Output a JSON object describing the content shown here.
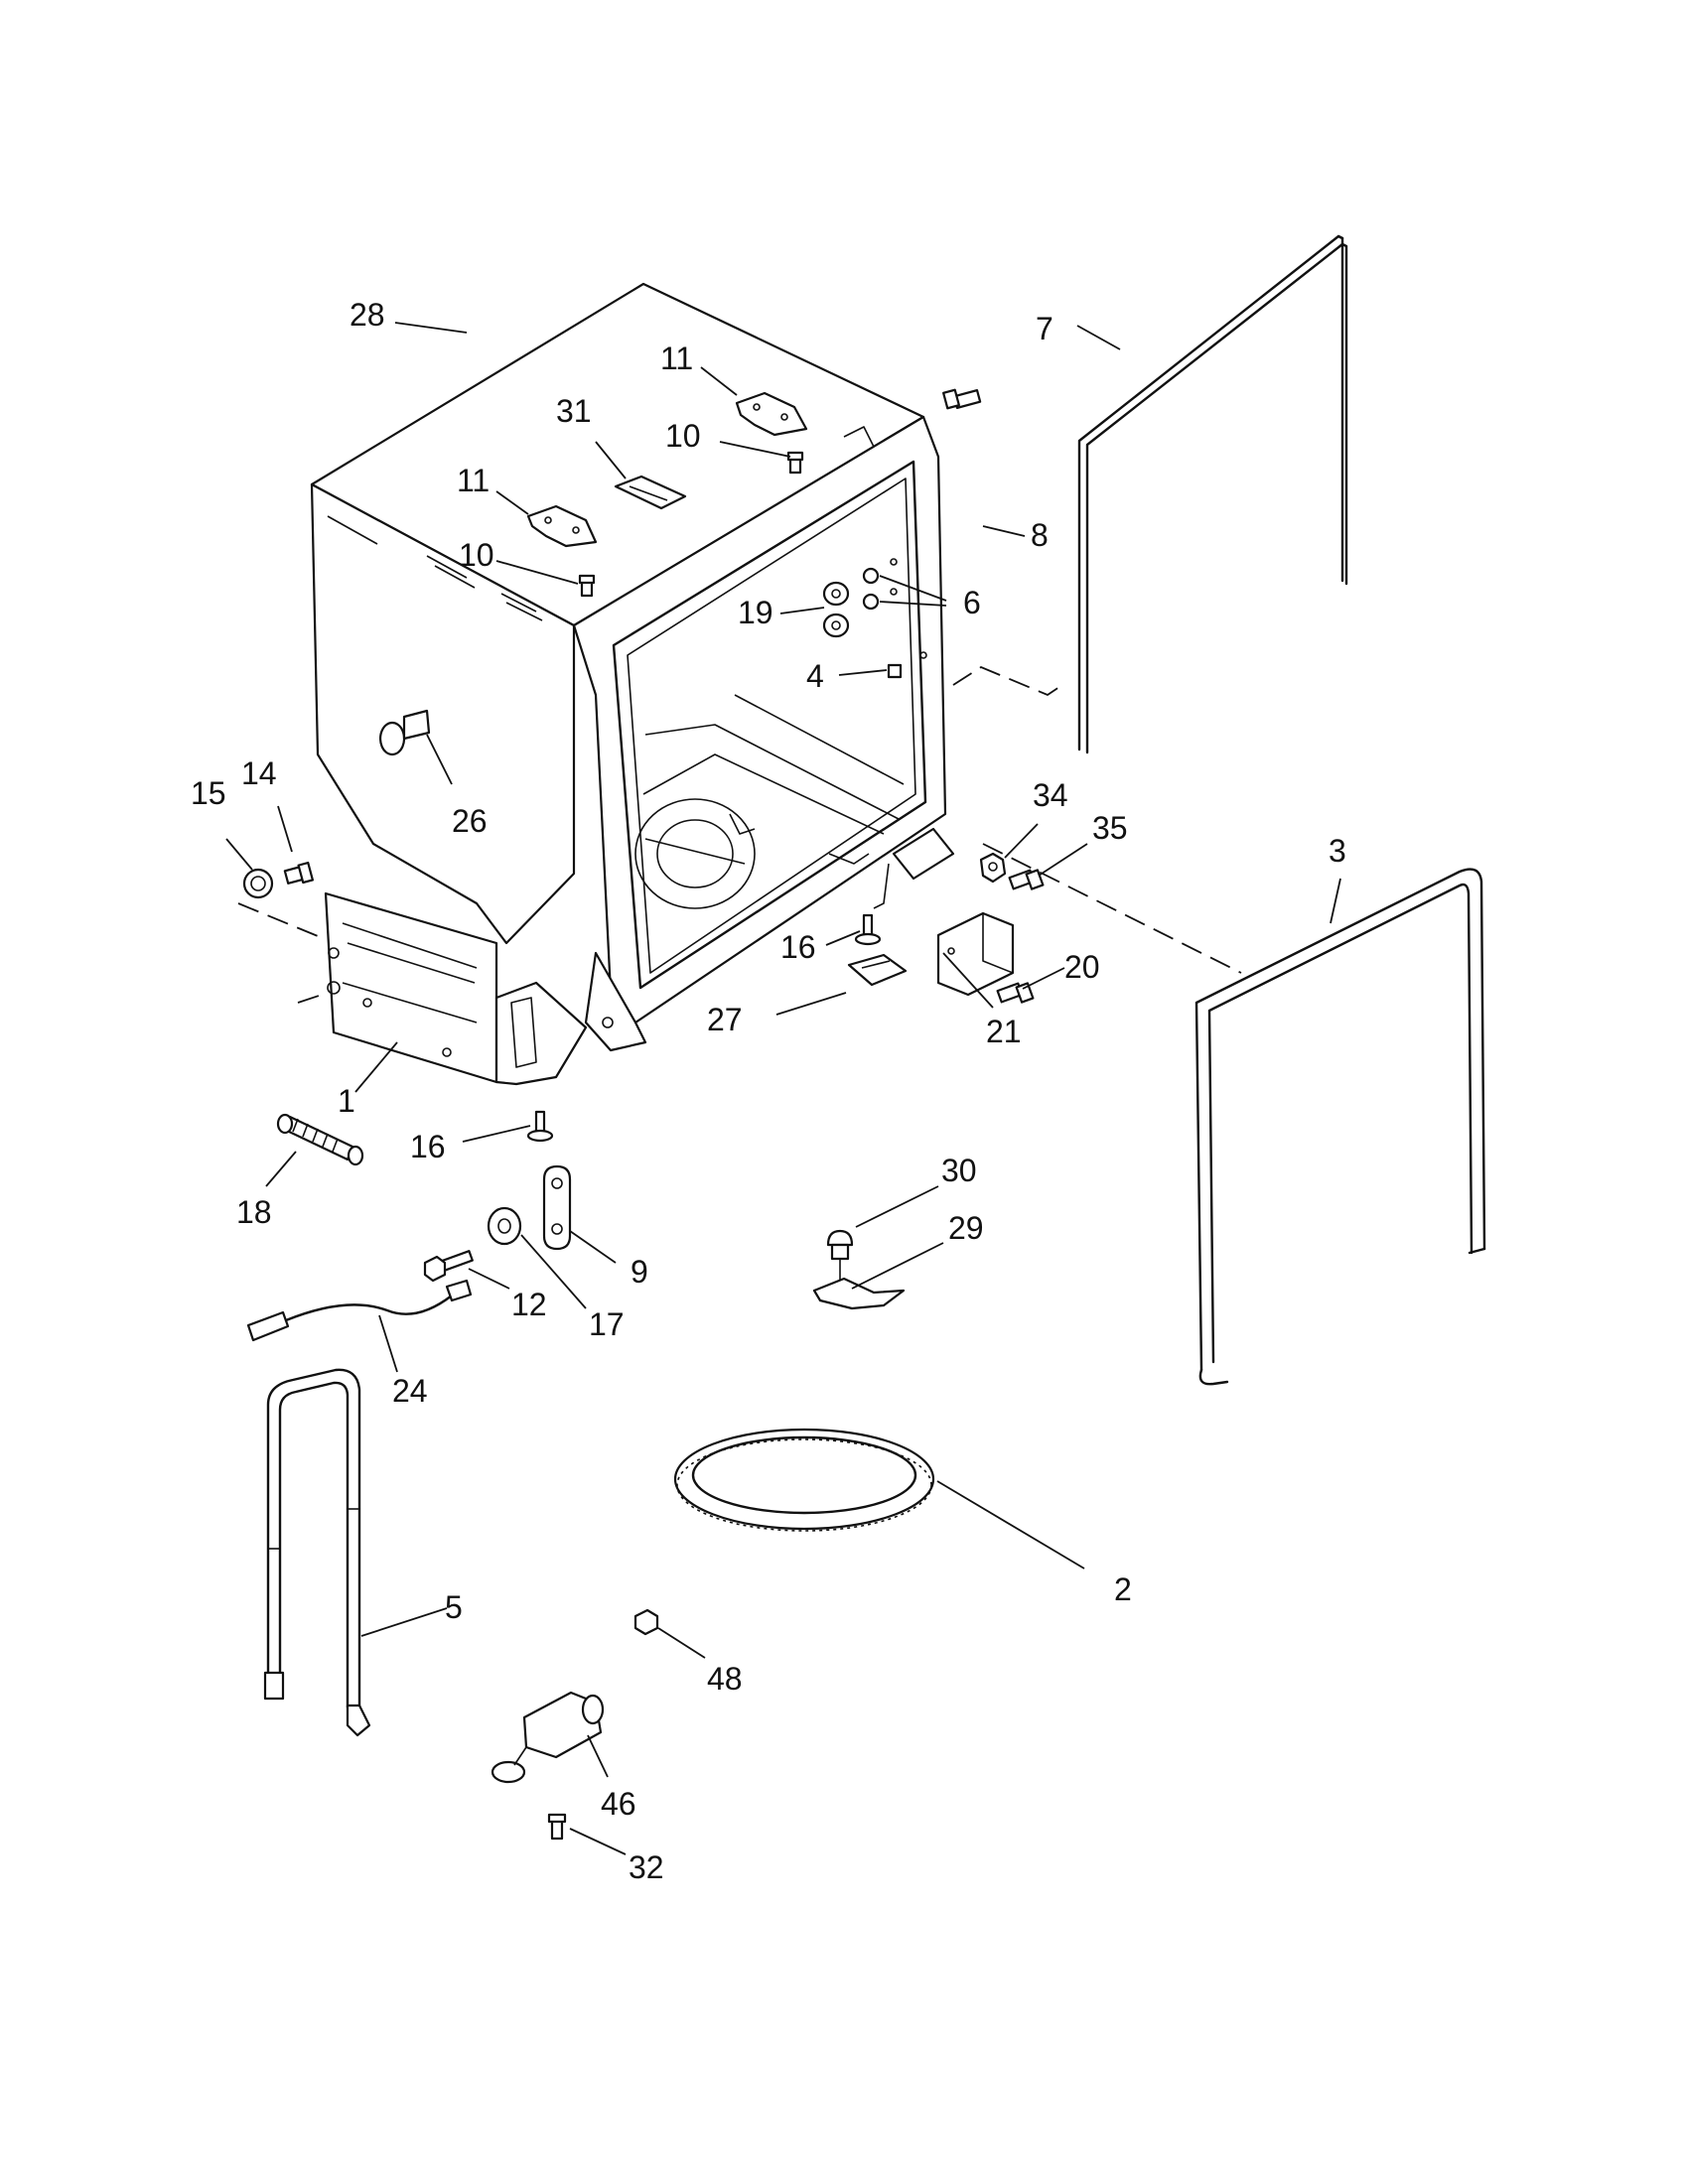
{
  "callouts": [
    {
      "id": "28",
      "text": "28"
    },
    {
      "id": "11a",
      "text": "11"
    },
    {
      "id": "31",
      "text": "31"
    },
    {
      "id": "10a",
      "text": "10"
    },
    {
      "id": "11b",
      "text": "11"
    },
    {
      "id": "10b",
      "text": "10"
    },
    {
      "id": "7",
      "text": "7"
    },
    {
      "id": "8",
      "text": "8"
    },
    {
      "id": "19",
      "text": "19"
    },
    {
      "id": "6",
      "text": "6"
    },
    {
      "id": "4",
      "text": "4"
    },
    {
      "id": "15",
      "text": "15"
    },
    {
      "id": "14",
      "text": "14"
    },
    {
      "id": "26",
      "text": "26"
    },
    {
      "id": "34",
      "text": "34"
    },
    {
      "id": "35",
      "text": "35"
    },
    {
      "id": "3",
      "text": "3"
    },
    {
      "id": "16a",
      "text": "16"
    },
    {
      "id": "20",
      "text": "20"
    },
    {
      "id": "27",
      "text": "27"
    },
    {
      "id": "21",
      "text": "21"
    },
    {
      "id": "1",
      "text": "1"
    },
    {
      "id": "16b",
      "text": "16"
    },
    {
      "id": "18",
      "text": "18"
    },
    {
      "id": "30",
      "text": "30"
    },
    {
      "id": "29",
      "text": "29"
    },
    {
      "id": "9",
      "text": "9"
    },
    {
      "id": "12",
      "text": "12"
    },
    {
      "id": "17",
      "text": "17"
    },
    {
      "id": "24",
      "text": "24"
    },
    {
      "id": "2",
      "text": "2"
    },
    {
      "id": "5",
      "text": "5"
    },
    {
      "id": "48",
      "text": "48"
    },
    {
      "id": "46",
      "text": "46"
    },
    {
      "id": "32",
      "text": "32"
    }
  ]
}
